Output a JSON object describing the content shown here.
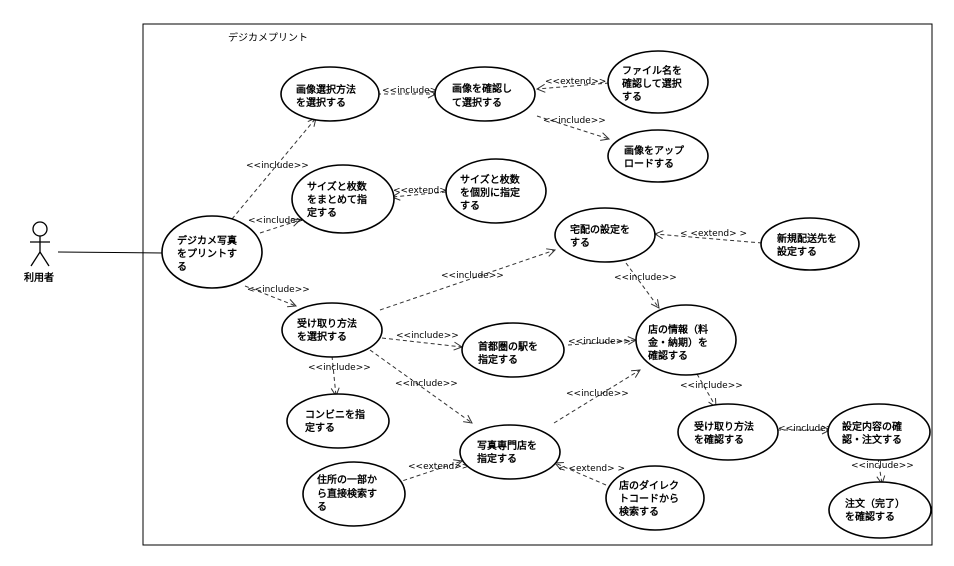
{
  "system": {
    "title": "デジカメプリント"
  },
  "actor": {
    "label": "利用者"
  },
  "use_cases": {
    "print": [
      "デジカメ写真",
      "をプリントす",
      "る"
    ],
    "select_method": [
      "画像選択方法",
      "を選択する"
    ],
    "confirm_select": [
      "画像を確認し",
      "て選択する"
    ],
    "filename_select": [
      "ファイル名を",
      "確認して選択",
      "する"
    ],
    "upload": [
      "画像をアップ",
      "ロードする"
    ],
    "size_bulk": [
      "サイズと枚数",
      "をまとめて指",
      "定する"
    ],
    "size_each": [
      "サイズと枚数",
      "を個別に指定",
      "する"
    ],
    "delivery": [
      "宅配の設定を",
      "する"
    ],
    "new_address": [
      "新規配送先を",
      "設定する"
    ],
    "receive_method": [
      "受け取り方法",
      "を選択する"
    ],
    "station": [
      "首都圏の駅を",
      "指定する"
    ],
    "store_info": [
      "店の情報（料",
      "金・納期）を",
      "確認する"
    ],
    "convenience": [
      "コンビニを指",
      "定する"
    ],
    "photo_store": [
      "写真専門店を",
      "指定する"
    ],
    "receive_confirm": [
      "受け取り方法",
      "を確認する"
    ],
    "order_confirm": [
      "設定内容の確",
      "認・注文する"
    ],
    "address_search": [
      "住所の一部か",
      "ら直接検索す",
      "る"
    ],
    "direct_code": [
      "店のダイレク",
      "トコードから",
      "検索する"
    ],
    "order_done": [
      "注文（完了）",
      "を確認する"
    ]
  },
  "relations": {
    "include": "<<include>>",
    "extend": "<<extend>>",
    "include_spaced": "< <include> >",
    "extend_spaced": "< <extend> >"
  }
}
